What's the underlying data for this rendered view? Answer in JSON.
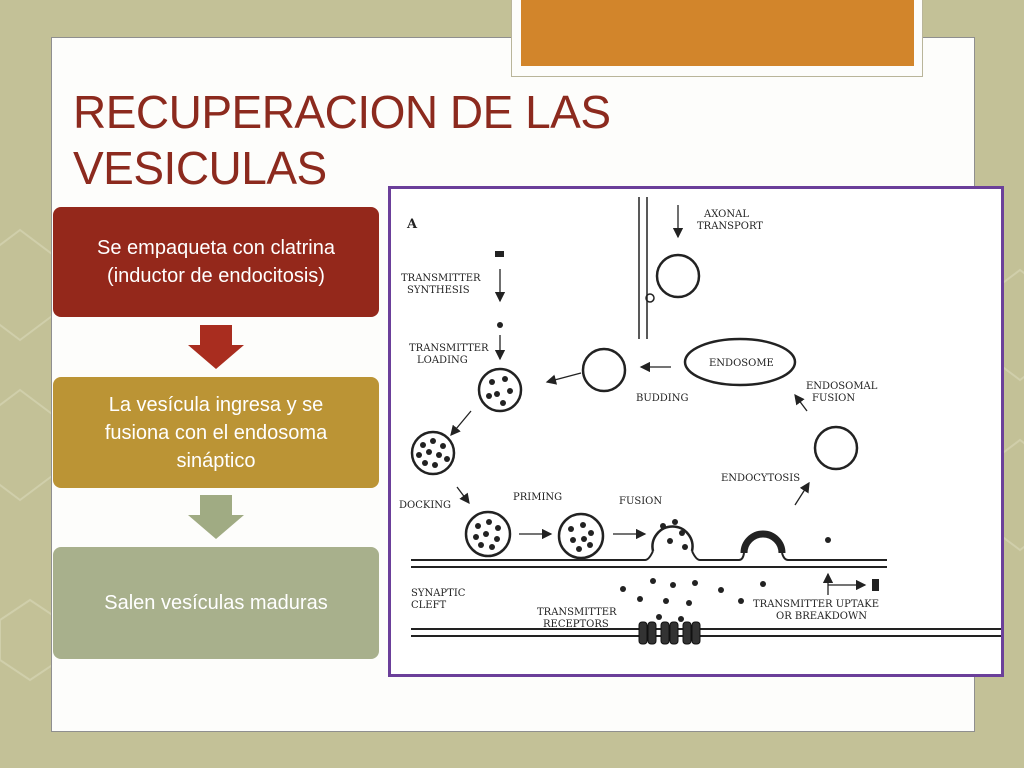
{
  "slide": {
    "title_line1": "RECUPERACION DE LAS",
    "title_line2": "VESICULAS"
  },
  "steps": [
    {
      "line1": "Se empaqueta con clatrina",
      "line2": "(inductor de endocitosis)",
      "line3": ""
    },
    {
      "line1": "La vesícula ingresa y se",
      "line2": "fusiona con el endosoma",
      "line3": "sináptico"
    },
    {
      "line1": "Salen vesículas maduras",
      "line2": "",
      "line3": ""
    }
  ],
  "colors": {
    "title": "#8c2a1e",
    "step1": "#94281b",
    "step2": "#bb9435",
    "step3": "#a8b08c",
    "arrow1": "#a92d1f",
    "arrow2": "#a0ab83",
    "accent_tab": "#d2852b",
    "diagram_border": "#6b3f9a"
  },
  "diagram": {
    "panel_letter": "A",
    "labels": {
      "axonal_transport_1": "AXONAL",
      "axonal_transport_2": "TRANSPORT",
      "transmitter_synthesis_1": "TRANSMITTER",
      "transmitter_synthesis_2": "SYNTHESIS",
      "transmitter_loading_1": "TRANSMITTER",
      "transmitter_loading_2": "LOADING",
      "endosome": "ENDOSOME",
      "budding": "BUDDING",
      "endosomal_fusion_1": "ENDOSOMAL",
      "endosomal_fusion_2": "FUSION",
      "endocytosis": "ENDOCYTOSIS",
      "docking": "DOCKING",
      "priming": "PRIMING",
      "fusion": "FUSION",
      "synaptic_cleft_1": "SYNAPTIC",
      "synaptic_cleft_2": "CLEFT",
      "transmitter_receptors_1": "TRANSMITTER",
      "transmitter_receptors_2": "RECEPTORS",
      "uptake_1": "TRANSMITTER UPTAKE",
      "uptake_2": "OR BREAKDOWN"
    }
  }
}
